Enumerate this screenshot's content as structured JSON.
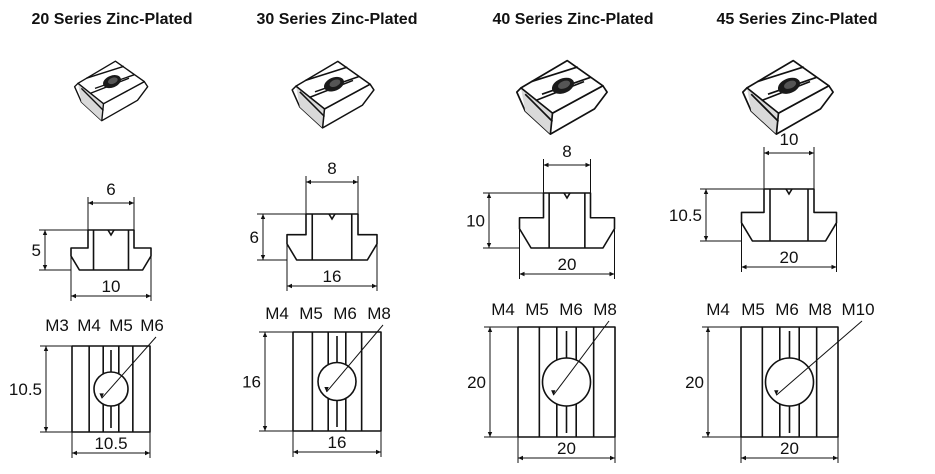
{
  "series": [
    {
      "title": "20 Series Zinc-Plated",
      "profile": {
        "slot_width": "6",
        "height": "5",
        "base_width": "10"
      },
      "top": {
        "threads": [
          "M3",
          "M4",
          "M5",
          "M6"
        ],
        "length": "10.5",
        "width": "10.5"
      }
    },
    {
      "title": "30 Series Zinc-Plated",
      "profile": {
        "slot_width": "8",
        "height": "6",
        "base_width": "16"
      },
      "top": {
        "threads": [
          "M4",
          "M5",
          "M6",
          "M8"
        ],
        "length": "16",
        "width": "16"
      }
    },
    {
      "title": "40 Series Zinc-Plated",
      "profile": {
        "slot_width": "8",
        "height": "10",
        "base_width": "20"
      },
      "top": {
        "threads": [
          "M4",
          "M5",
          "M6",
          "M8"
        ],
        "length": "20",
        "width": "20"
      }
    },
    {
      "title": "45 Series Zinc-Plated",
      "profile": {
        "slot_width": "10",
        "height": "10.5",
        "base_width": "20"
      },
      "top": {
        "threads": [
          "M4",
          "M5",
          "M6",
          "M8",
          "M10"
        ],
        "length": "20",
        "width": "20"
      }
    }
  ]
}
